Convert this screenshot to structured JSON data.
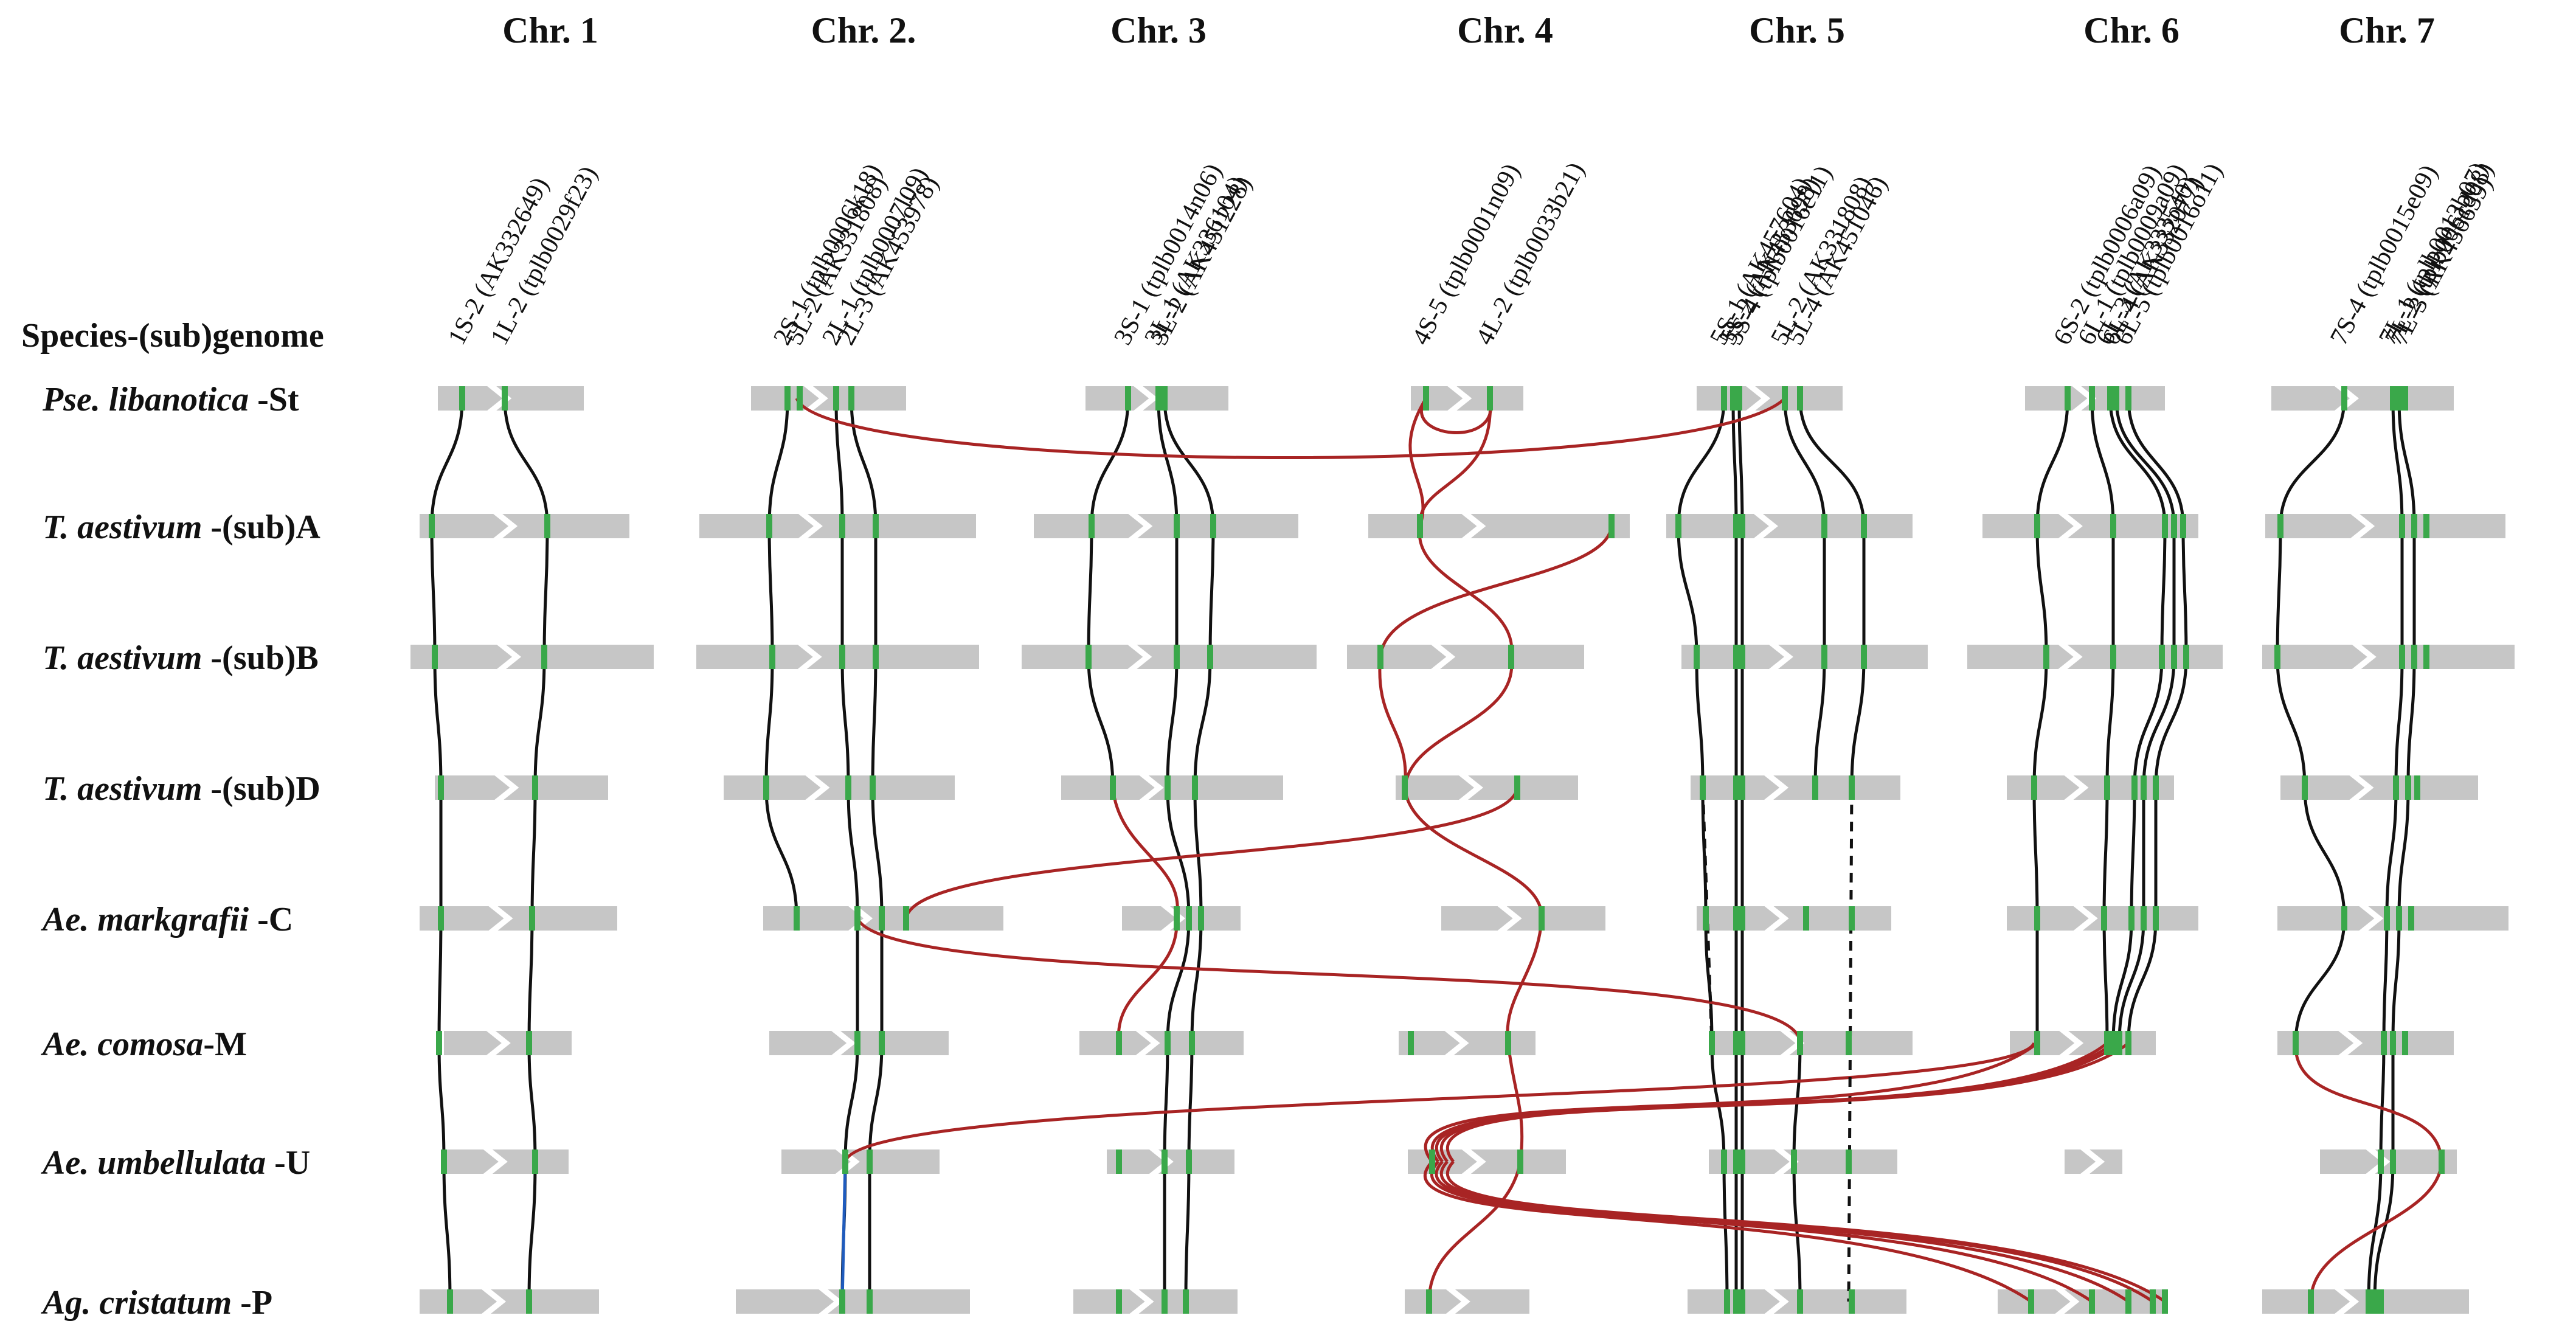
{
  "header": {
    "species_title": "Species-(sub)genome"
  },
  "colors": {
    "bar": "#c6c6c6",
    "marker": "#3aa84a",
    "link_black": "#111111",
    "link_red": "#a82424",
    "link_blue": "#1f5bbd"
  },
  "chromosomes": [
    {
      "id": "c1",
      "title": "Chr. 1",
      "labels": [
        "1S-2 (AK332649)",
        "1L-2 (tplb0029f23)"
      ],
      "genes": [
        {
          "id": "1S2",
          "x": [
            760,
            710,
            715,
            725,
            725,
            722,
            730,
            740
          ]
        },
        {
          "id": "1L2",
          "x": [
            830,
            900,
            895,
            880,
            875,
            870,
            880,
            870
          ]
        }
      ],
      "links": [
        {
          "a": "1S2",
          "c": "black",
          "ls": "solid",
          "r": [
            0,
            7
          ]
        },
        {
          "a": "1L2",
          "c": "black",
          "ls": "solid",
          "r": [
            0,
            7
          ]
        }
      ]
    },
    {
      "id": "c2",
      "title": "Chr. 2.",
      "labels": [
        "2S-1 (tplb0006k18)",
        "5L-2 (AK331808)",
        "2L-1 (tplb0007l09)",
        "2L-3 (AK453978)"
      ],
      "genes": [
        {
          "id": "2S1",
          "x": [
            1295,
            1265,
            1270,
            1260,
            1310,
            null,
            null,
            null
          ]
        },
        {
          "id": "5L2x",
          "x": [
            1315,
            null,
            null,
            null,
            null,
            null,
            null,
            null
          ]
        },
        {
          "id": "2L1",
          "x": [
            1375,
            1385,
            1385,
            1395,
            1410,
            1410,
            1390,
            1385
          ]
        },
        {
          "id": "2L3",
          "x": [
            1400,
            1440,
            1440,
            1435,
            1450,
            1450,
            1430,
            1430
          ]
        },
        {
          "id": "2L4",
          "x": [
            null,
            null,
            null,
            null,
            1490,
            null,
            null,
            null
          ]
        }
      ],
      "links": [
        {
          "a": "2S1",
          "c": "black",
          "ls": "solid",
          "r": [
            0,
            4
          ]
        },
        {
          "a": "2L1",
          "c": "black",
          "ls": "solid",
          "r": [
            0,
            7
          ]
        },
        {
          "a": "2L3",
          "c": "black",
          "ls": "solid",
          "r": [
            0,
            7
          ]
        }
      ]
    },
    {
      "id": "c3",
      "title": "Chr. 3",
      "labels": [
        "3S-1 (tplb0014n06)",
        "3L-1 (AK336104)",
        "3L-2 (AK451228)"
      ],
      "genes": [
        {
          "id": "3S1",
          "x": [
            1855,
            1795,
            1790,
            1830,
            1935,
            1840,
            1840,
            1840
          ]
        },
        {
          "id": "3L1",
          "x": [
            1905,
            1935,
            1935,
            1920,
            1955,
            1920,
            1915,
            1915
          ]
        },
        {
          "id": "3L2",
          "x": [
            1915,
            1995,
            1990,
            1965,
            1975,
            1960,
            1955,
            1950
          ]
        }
      ],
      "links": [
        {
          "a": "3S1",
          "c": "black",
          "ls": "solid",
          "r": [
            0,
            3
          ]
        },
        {
          "a": "3L1",
          "c": "black",
          "ls": "solid",
          "r": [
            0,
            7
          ]
        },
        {
          "a": "3L2",
          "c": "black",
          "ls": "solid",
          "r": [
            0,
            7
          ]
        }
      ]
    },
    {
      "id": "c4",
      "title": "Chr. 4",
      "labels": [
        "4S-5 (tplb0001n09)",
        "4L-2 (tplb0033b21)"
      ],
      "genes": [
        {
          "id": "4S5",
          "x": [
            2345,
            2335,
            2270,
            2310,
            null,
            2320,
            2355,
            2350
          ]
        },
        {
          "id": "4L2",
          "x": [
            2450,
            2650,
            2485,
            2495,
            2535,
            2480,
            2500,
            null
          ]
        }
      ],
      "links": []
    },
    {
      "id": "c5",
      "title": "Chr. 5",
      "labels": [
        "5S-1 (AK457604)",
        "5S-2 (AK453698)",
        "5S-4 (tplb0016e11)",
        "5L-2 (AK331808)",
        "5L-4 (AK451046)"
      ],
      "genes": [
        {
          "id": "5S1",
          "x": [
            2835,
            2760,
            2790,
            2800,
            2805,
            2815,
            2835,
            2840
          ]
        },
        {
          "id": "5S2",
          "x": [
            2850,
            2855,
            2855,
            2855,
            2855,
            2855,
            2855,
            2855
          ]
        },
        {
          "id": "5S4",
          "x": [
            2860,
            2865,
            2865,
            2865,
            2865,
            2865,
            2865,
            2865
          ]
        },
        {
          "id": "5L2",
          "x": [
            2935,
            3000,
            3000,
            2985,
            2970,
            2960,
            2950,
            2960
          ]
        },
        {
          "id": "5L4",
          "x": [
            2960,
            3065,
            3065,
            3045,
            3045,
            3040,
            3040,
            3045
          ]
        }
      ],
      "links": [
        {
          "a": "5S1",
          "c": "black",
          "ls": "solid",
          "r": [
            0,
            7
          ]
        },
        {
          "a": "5S2",
          "c": "black",
          "ls": "solid",
          "r": [
            0,
            7
          ]
        },
        {
          "a": "5S4",
          "c": "black",
          "ls": "solid",
          "r": [
            0,
            7
          ]
        },
        {
          "a": "5L2",
          "c": "black",
          "ls": "solid",
          "r": [
            0,
            3
          ]
        },
        {
          "a": "5L4",
          "c": "black",
          "ls": "solid",
          "r": [
            0,
            3
          ]
        },
        {
          "a": "5L2",
          "c": "black",
          "ls": "solid",
          "r": [
            5,
            7
          ]
        }
      ]
    },
    {
      "id": "c6",
      "title": "Chr. 6",
      "labels": [
        "6S-2 (tplb0006a09)",
        "6L-1 (tplb0009a09)",
        "6L-3 (AK333540)",
        "6L-4 (AK332077)",
        "6L-5 (tplb0016o11)"
      ],
      "genes": [
        {
          "id": "6S2",
          "x": [
            3400,
            3350,
            3365,
            3345,
            3350,
            3350,
            null,
            3340
          ]
        },
        {
          "id": "6L1",
          "x": [
            3440,
            3475,
            3475,
            3465,
            3460,
            3465,
            null,
            3440
          ]
        },
        {
          "id": "6L3",
          "x": [
            3470,
            3560,
            3555,
            3510,
            3505,
            3475,
            null,
            3500
          ]
        },
        {
          "id": "6L4",
          "x": [
            3480,
            3575,
            3575,
            3525,
            3525,
            3485,
            null,
            3540
          ]
        },
        {
          "id": "6L5",
          "x": [
            3500,
            3590,
            3595,
            3545,
            3545,
            3500,
            null,
            3560
          ]
        }
      ],
      "links": [
        {
          "a": "6S2",
          "c": "black",
          "ls": "solid",
          "r": [
            0,
            5
          ]
        },
        {
          "a": "6L1",
          "c": "black",
          "ls": "solid",
          "r": [
            0,
            5
          ]
        },
        {
          "a": "6L3",
          "c": "black",
          "ls": "solid",
          "r": [
            0,
            5
          ]
        },
        {
          "a": "6L4",
          "c": "black",
          "ls": "solid",
          "r": [
            0,
            5
          ]
        },
        {
          "a": "6L5",
          "c": "black",
          "ls": "solid",
          "r": [
            0,
            5
          ]
        }
      ]
    },
    {
      "id": "c7",
      "title": "Chr. 7",
      "labels": [
        "7S-4 (tplb0015e09)",
        "7L-1 (tplb0013b07)",
        "7L-2 (tplb0061d08)",
        "7L-3 (AK456639)"
      ],
      "genes": [
        {
          "id": "7S4",
          "x": [
            3855,
            3750,
            3745,
            3790,
            3855,
            3775,
            null,
            3800
          ]
        },
        {
          "id": "7L1",
          "x": [
            3935,
            3950,
            3950,
            3940,
            3925,
            3920,
            3915,
            3895
          ]
        },
        {
          "id": "7L2",
          "x": [
            3945,
            3970,
            3970,
            3960,
            3945,
            3935,
            3935,
            3905
          ]
        },
        {
          "id": "7L3",
          "x": [
            3955,
            3990,
            3990,
            3975,
            3965,
            3955,
            4015,
            3915
          ]
        }
      ],
      "links": [
        {
          "a": "7S4",
          "c": "black",
          "ls": "solid",
          "r": [
            0,
            5
          ]
        },
        {
          "a": "7L1",
          "c": "black",
          "ls": "solid",
          "r": [
            0,
            7
          ]
        },
        {
          "a": "7L2",
          "c": "black",
          "ls": "solid",
          "r": [
            0,
            7
          ]
        }
      ]
    }
  ],
  "species": [
    {
      "italic": "Pse. libanotica",
      "suffix": " -St"
    },
    {
      "italic": "T. aestivum",
      "suffix": " -(sub)A"
    },
    {
      "italic": "T. aestivum",
      "suffix": " -(sub)B"
    },
    {
      "italic": "T. aestivum",
      "suffix": " -(sub)D"
    },
    {
      "italic": "Ae. markgrafii",
      "suffix": " -C"
    },
    {
      "italic": "Ae. comosa",
      "suffix": "-M"
    },
    {
      "italic": "Ae. umbellulata",
      "suffix": " -U"
    },
    {
      "italic": "Ag. cristatum",
      "suffix": " -P"
    }
  ]
}
